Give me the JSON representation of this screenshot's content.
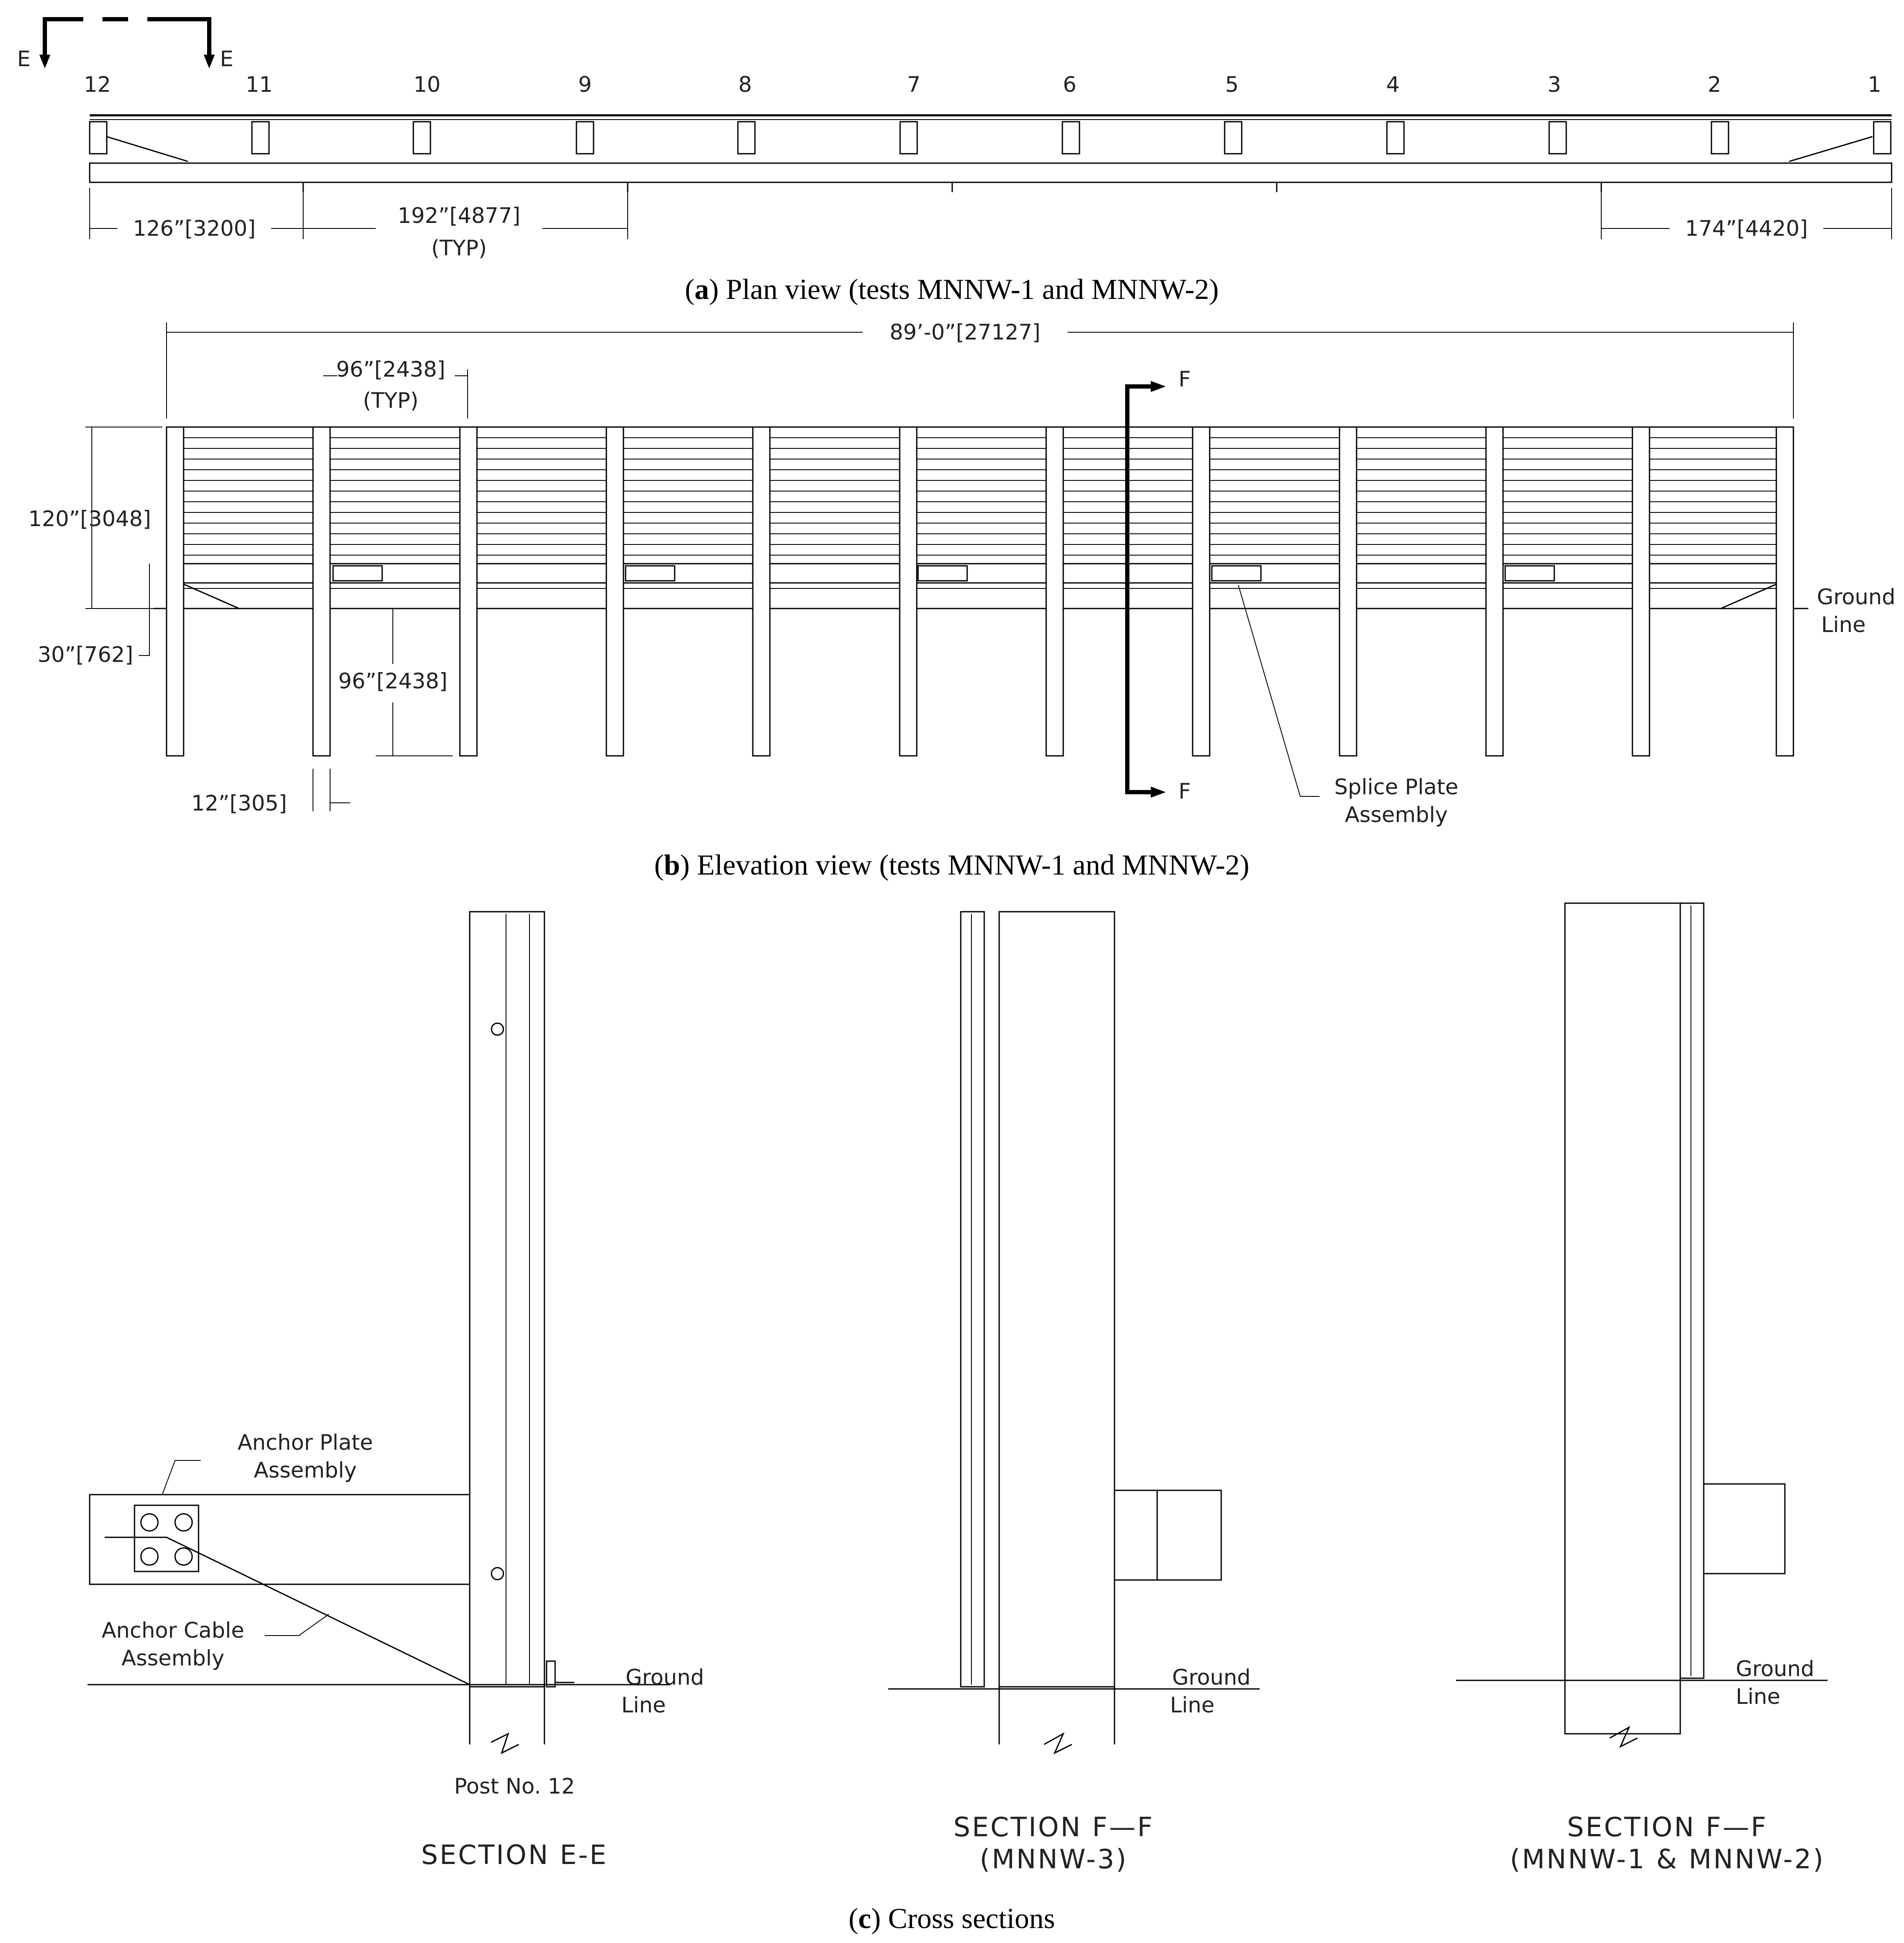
{
  "plan": {
    "post_numbers": [
      "12",
      "11",
      "10",
      "9",
      "8",
      "7",
      "6",
      "5",
      "4",
      "3",
      "2",
      "1"
    ],
    "section_marker": "E",
    "dim_126": "126”[3200]",
    "dim_192": "192”[4877]",
    "dim_typ": "(TYP)",
    "dim_174": "174”[4420]",
    "caption_letter": "a",
    "caption_text": ") Plan view (tests MNNW-1 and MNNW-2)"
  },
  "elevation": {
    "dim_overall": "89’-0”[27127]",
    "dim_spacing": "96”[2438]",
    "dim_typ": "(TYP)",
    "dim_height": "120”[3048]",
    "dim_rail": "30”[762]",
    "dim_embed": "96”[2438]",
    "dim_post_width": "12”[305]",
    "ground_line_1": "Ground",
    "ground_line_2": "Line",
    "splice_1": "Splice Plate",
    "splice_2": "Assembly",
    "section_marker": "F",
    "caption_letter": "b",
    "caption_text": ") Elevation view (tests MNNW-1 and MNNW-2)"
  },
  "sections": {
    "ee": {
      "anchor_plate_1": "Anchor Plate",
      "anchor_plate_2": "Assembly",
      "anchor_cable_1": "Anchor Cable",
      "anchor_cable_2": "Assembly",
      "ground_1": "Ground",
      "ground_2": "Line",
      "post_label": "Post No. 12",
      "title": "SECTION E-E"
    },
    "ff3": {
      "ground_1": "Ground",
      "ground_2": "Line",
      "title": "SECTION F—F",
      "subtitle": "(MNNW-3)"
    },
    "ff12": {
      "ground_1": "Ground",
      "ground_2": "Line",
      "title": "SECTION F—F",
      "subtitle": "(MNNW-1 & MNNW-2)"
    },
    "caption_letter": "c",
    "caption_text": ") Cross sections"
  }
}
